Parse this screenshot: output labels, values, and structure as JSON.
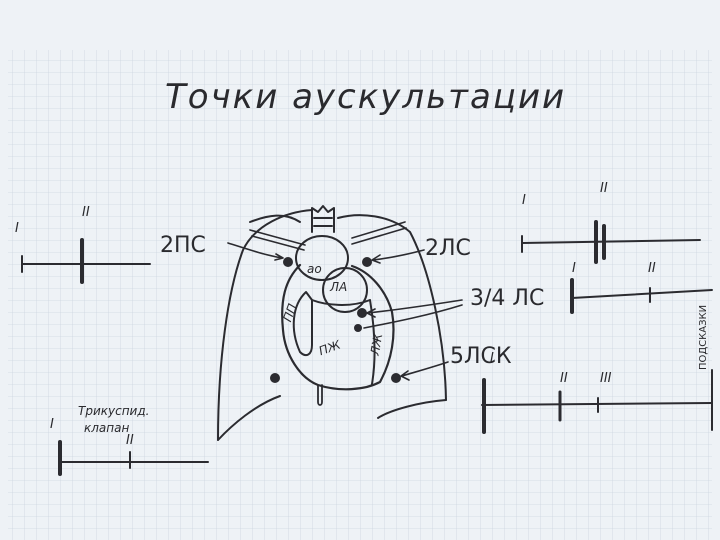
{
  "title": "Точки аускультации",
  "colors": {
    "paper": "#eef2f6",
    "grid": "#c9d3de",
    "ink": "#2b2b30"
  },
  "points": {
    "aortic": "2ПС",
    "pulmonary": "2ЛС",
    "erb": "3/4 ЛС",
    "apex": "5ЛСК",
    "tricuspid": "Трикуспид. клапан"
  },
  "chambers": {
    "aorta": "ао",
    "left_atrium": "ЛА",
    "right_atrium": "ПП",
    "right_ventricle": "ПЖ",
    "left_ventricle": "ЛЖ"
  },
  "sounds": {
    "first": "I",
    "second": "II",
    "third": "III"
  },
  "tricuspid_caption": {
    "line1": "Трикуспид.",
    "line2": "клапан"
  },
  "edge_text": "ПОДСКАЗКИ"
}
